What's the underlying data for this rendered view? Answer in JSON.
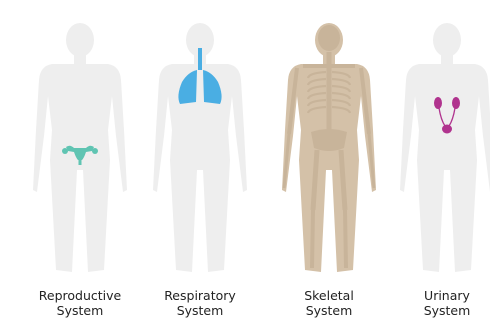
{
  "figures": [
    {
      "system": "reproductive",
      "label_line1": "Reproductive",
      "label_line2": "System",
      "organ_icon": "uterus-icon",
      "organ_color": "#5fc4b2"
    },
    {
      "system": "respiratory",
      "label_line1": "Respiratory",
      "label_line2": "System",
      "organ_icon": "lungs-icon",
      "organ_color": "#4aaee3"
    },
    {
      "system": "skeletal",
      "label_line1": "Skeletal",
      "label_line2": "System",
      "organ_icon": "skeleton-icon",
      "organ_color": "#c8b49a"
    },
    {
      "system": "urinary",
      "label_line1": "Urinary",
      "label_line2": "System",
      "organ_icon": "kidneys-icon",
      "organ_color": "#b0338e"
    }
  ],
  "colors": {
    "body_silhouette": "#eeeeee",
    "skeletal_body": "#d4c1a8",
    "bone": "#c8b49a",
    "caption_text": "#222222"
  }
}
